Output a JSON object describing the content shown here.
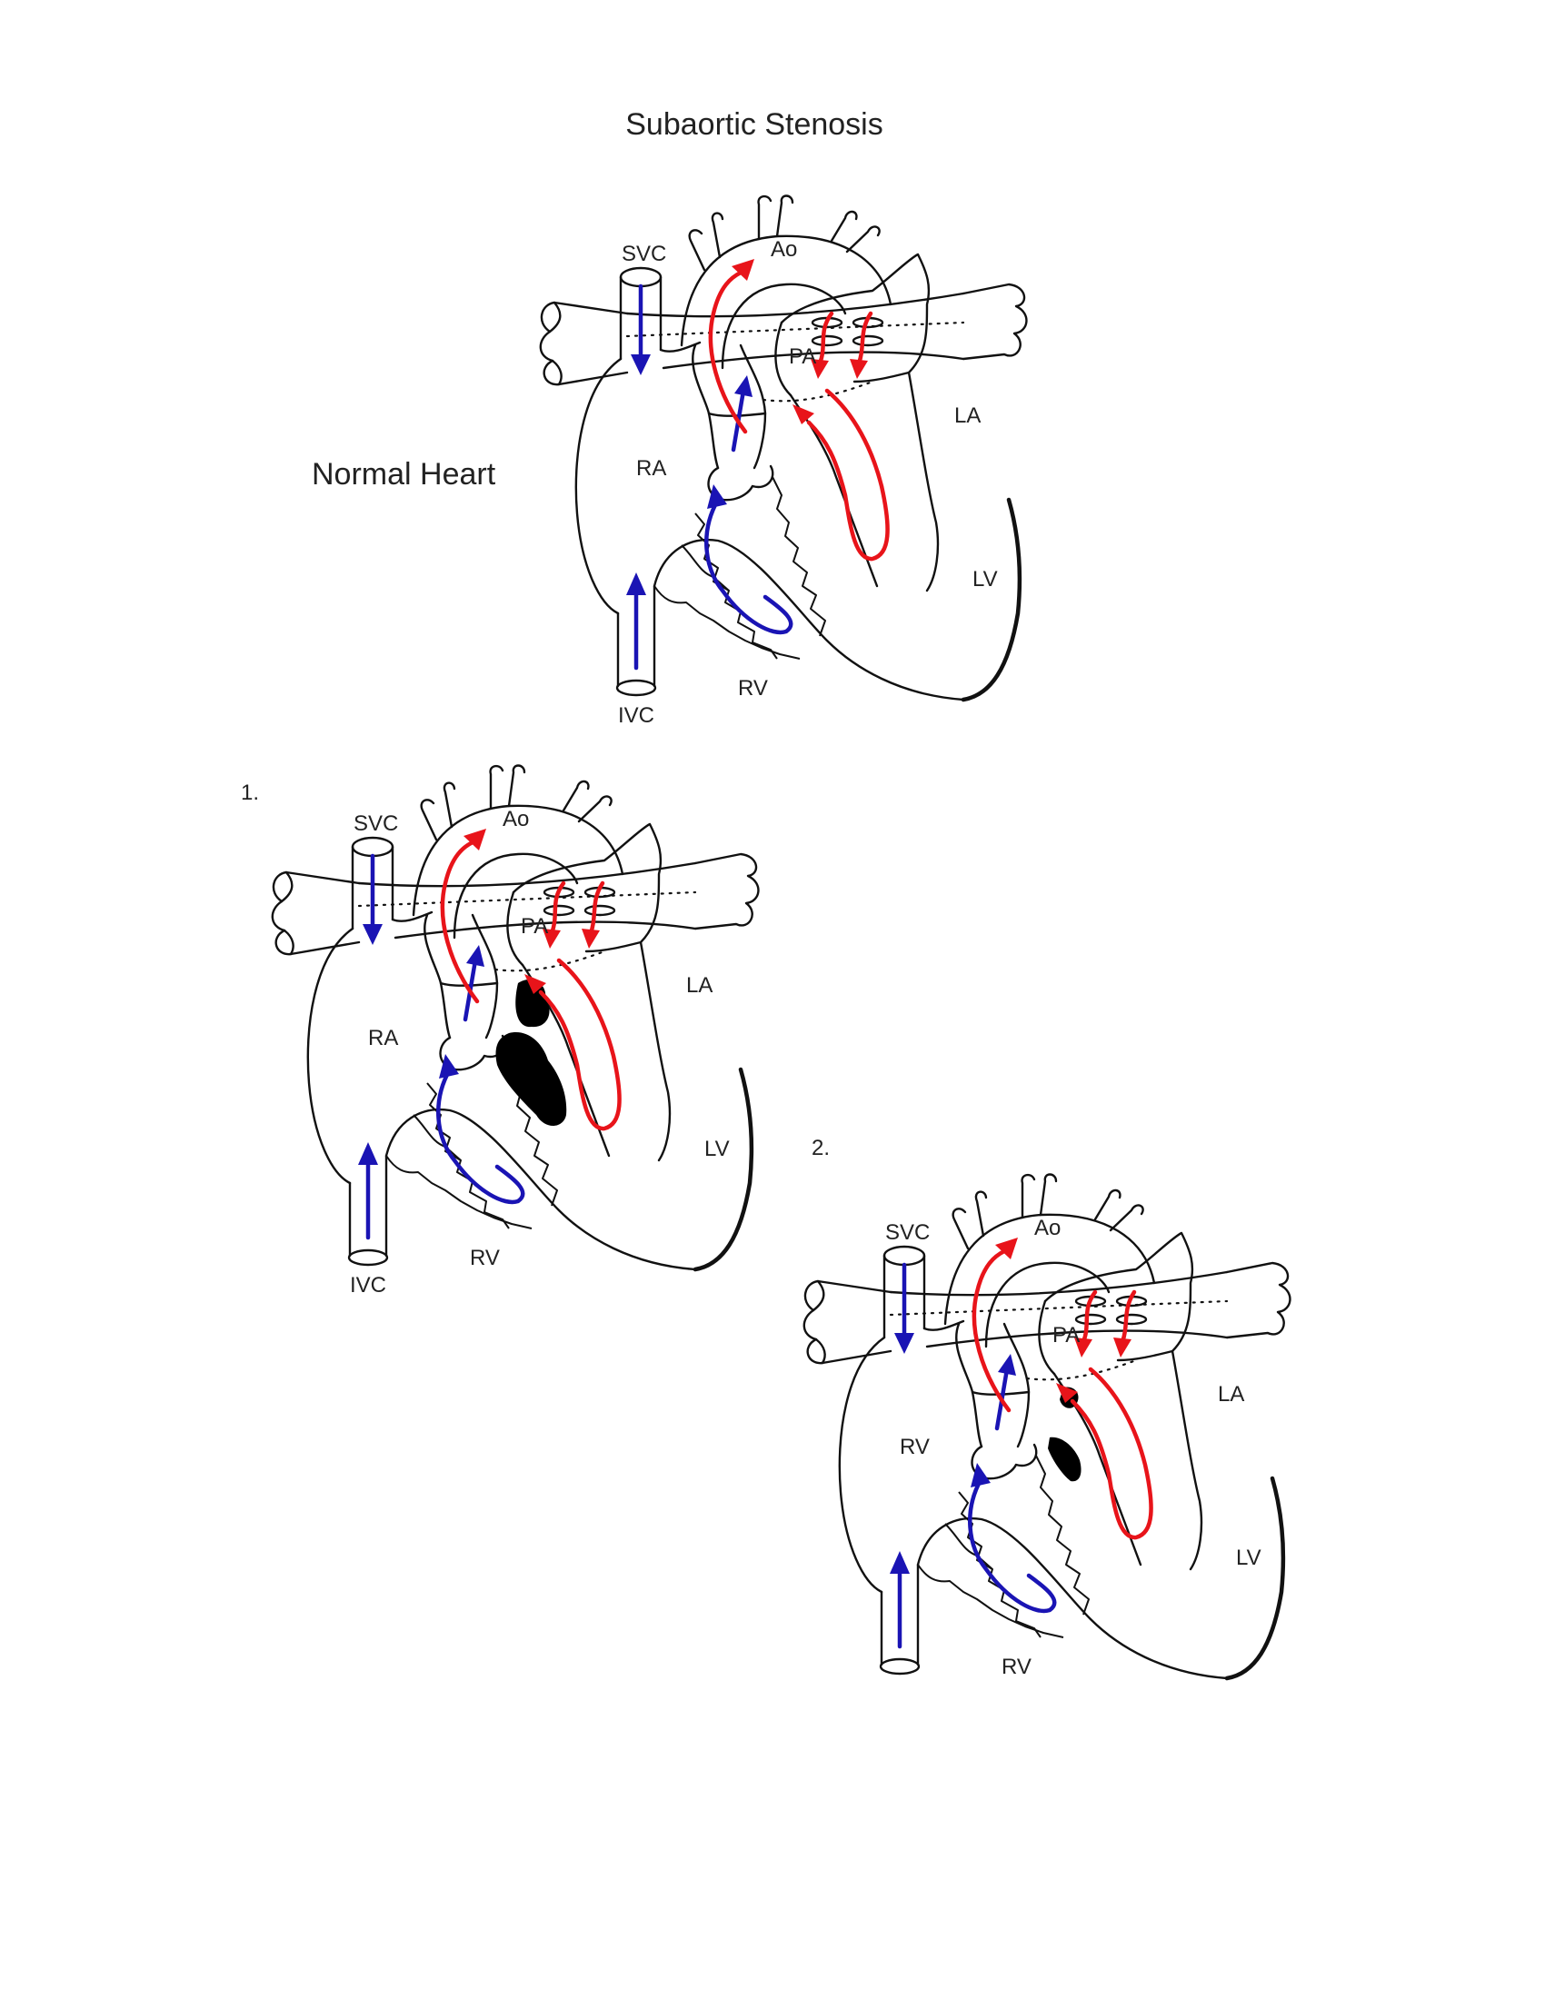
{
  "title": "Subaortic Stenosis",
  "colors": {
    "oxygenated": "#e8141a",
    "deoxygenated": "#1a14b4",
    "outline": "#111111",
    "obstruction": "#000000"
  },
  "diagrams": [
    {
      "caption": "Normal Heart",
      "labels": {
        "svc": "SVC",
        "ao": "Ao",
        "pa": "PA",
        "la": "LA",
        "ra": "RA",
        "lv": "LV",
        "rv": "RV",
        "ivc": "IVC"
      },
      "obstruction": "none"
    },
    {
      "caption": "1.",
      "labels": {
        "svc": "SVC",
        "ao": "Ao",
        "pa": "PA",
        "la": "LA",
        "ra": "RA",
        "lv": "LV",
        "rv": "RV",
        "ivc": "IVC"
      },
      "obstruction": "large"
    },
    {
      "caption": "2.",
      "labels": {
        "svc": "SVC",
        "ao": "Ao",
        "pa": "PA",
        "la": "LA",
        "ra": "RV",
        "lv": "LV",
        "rv": "RV",
        "ivc": ""
      },
      "obstruction": "small"
    }
  ]
}
